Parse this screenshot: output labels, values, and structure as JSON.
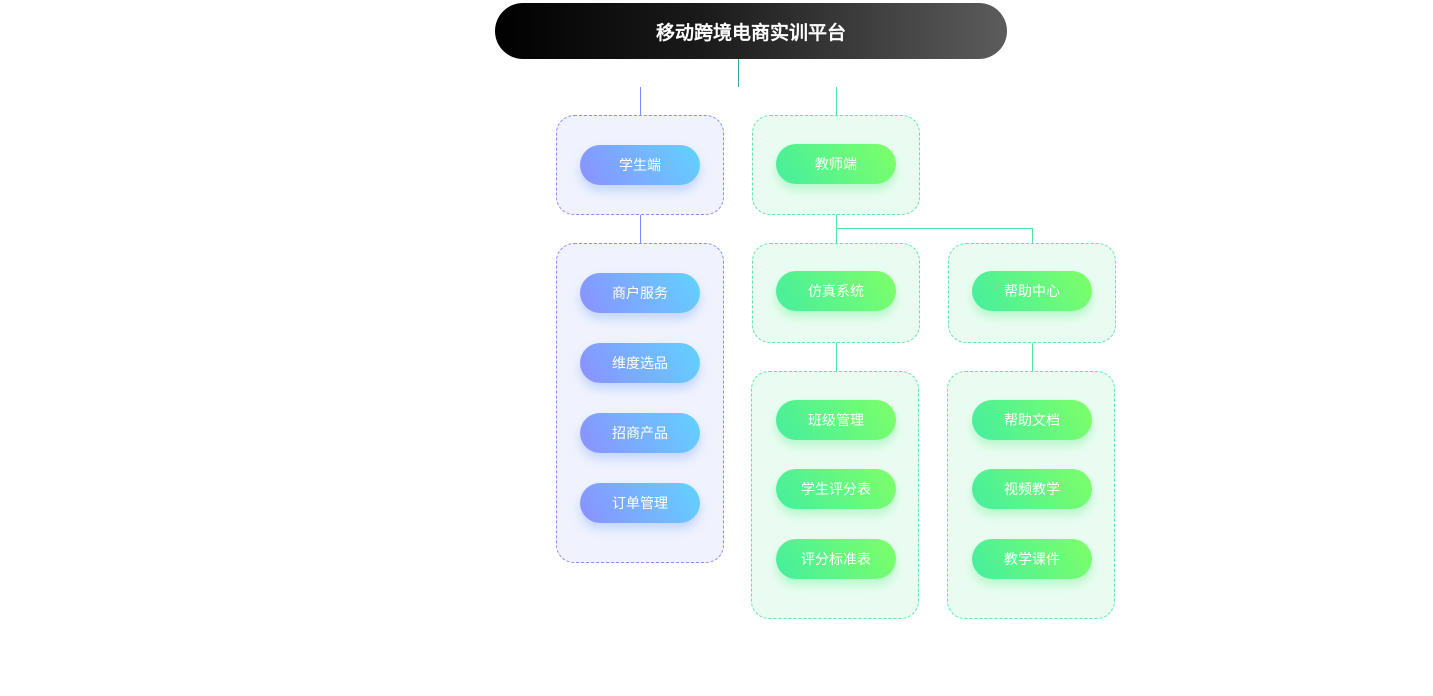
{
  "title": "移动跨境电商实训平台",
  "student": {
    "label": "学生端",
    "items": [
      "商户服务",
      "维度选品",
      "招商产品",
      "订单管理"
    ]
  },
  "teacher": {
    "label": "教师端",
    "simulation": {
      "label": "仿真系统",
      "items": [
        "班级管理",
        "学生评分表",
        "评分标准表"
      ]
    },
    "help": {
      "label": "帮助中心",
      "items": [
        "帮助文档",
        "视频教学",
        "教学课件"
      ]
    }
  },
  "colors": {
    "blue_start": "#8b90ff",
    "blue_end": "#62d2ff",
    "green_start": "#45ee9e",
    "green_end": "#7eff68"
  }
}
